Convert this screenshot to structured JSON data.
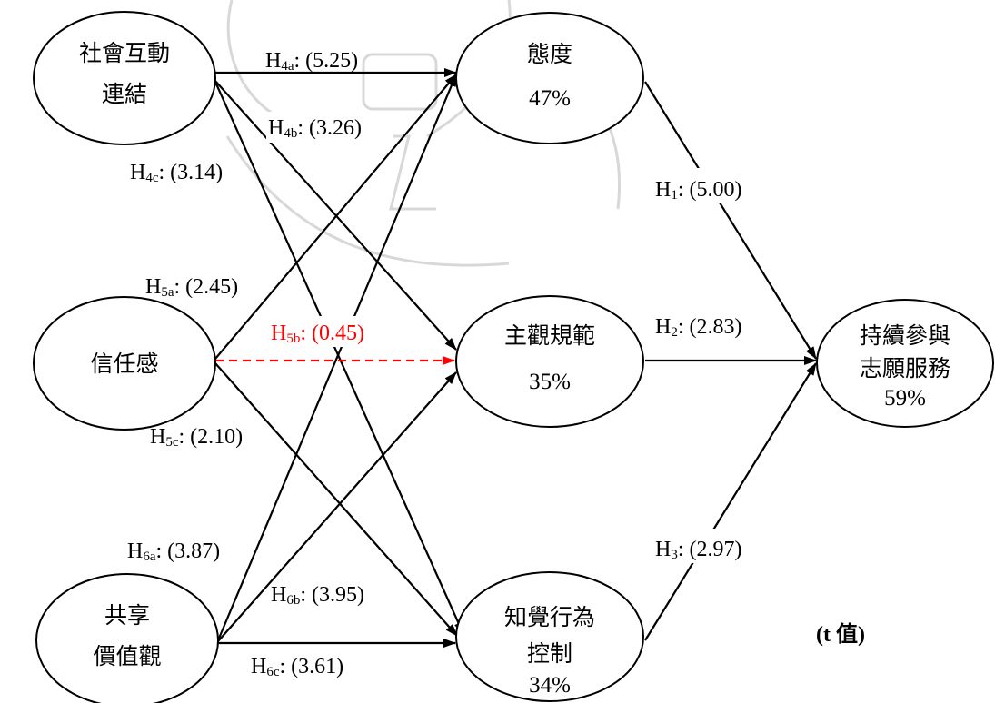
{
  "nodes": {
    "social": {
      "line1": "社會互動",
      "line2": "連結"
    },
    "trust": {
      "line1": "信任感"
    },
    "shared": {
      "line1": "共享",
      "line2": "價值觀"
    },
    "attitude": {
      "line1": "態度",
      "pct": "47%"
    },
    "norm": {
      "line1": "主觀規範",
      "pct": "35%"
    },
    "pbc": {
      "line1": "知覺行為",
      "line2": "控制",
      "pct": "34%"
    },
    "intention": {
      "line1": "持續參與",
      "line2": "志願服務",
      "pct": "59%"
    }
  },
  "paths": {
    "h4a": {
      "letter": "H",
      "sub": "4a",
      "rest": ": (5.25)"
    },
    "h4b": {
      "letter": "H",
      "sub": "4b",
      "rest": ": (3.26)"
    },
    "h4c": {
      "letter": "H",
      "sub": "4c",
      "rest": ": (3.14)"
    },
    "h5a": {
      "letter": "H",
      "sub": "5a",
      "rest": ": (2.45)"
    },
    "h5b": {
      "letter": "H",
      "sub": "5b",
      "rest": ": (0.45)"
    },
    "h5c": {
      "letter": "H",
      "sub": "5c",
      "rest": ": (2.10)"
    },
    "h6a": {
      "letter": "H",
      "sub": "6a",
      "rest": ": (3.87)"
    },
    "h6b": {
      "letter": "H",
      "sub": "6b",
      "rest": ": (3.95)"
    },
    "h6c": {
      "letter": "H",
      "sub": "6c",
      "rest": ": (3.61)"
    },
    "h1": {
      "letter": "H",
      "sub": "1",
      "rest": ": (5.00)"
    },
    "h2": {
      "letter": "H",
      "sub": "2",
      "rest": ": (2.83)"
    },
    "h3": {
      "letter": "H",
      "sub": "3",
      "rest": ": (2.97)"
    }
  },
  "note": "(t 值)",
  "colors": {
    "line": "#000000",
    "nonsignificant": "#ff0000",
    "watermark": "#d8d8d8"
  }
}
